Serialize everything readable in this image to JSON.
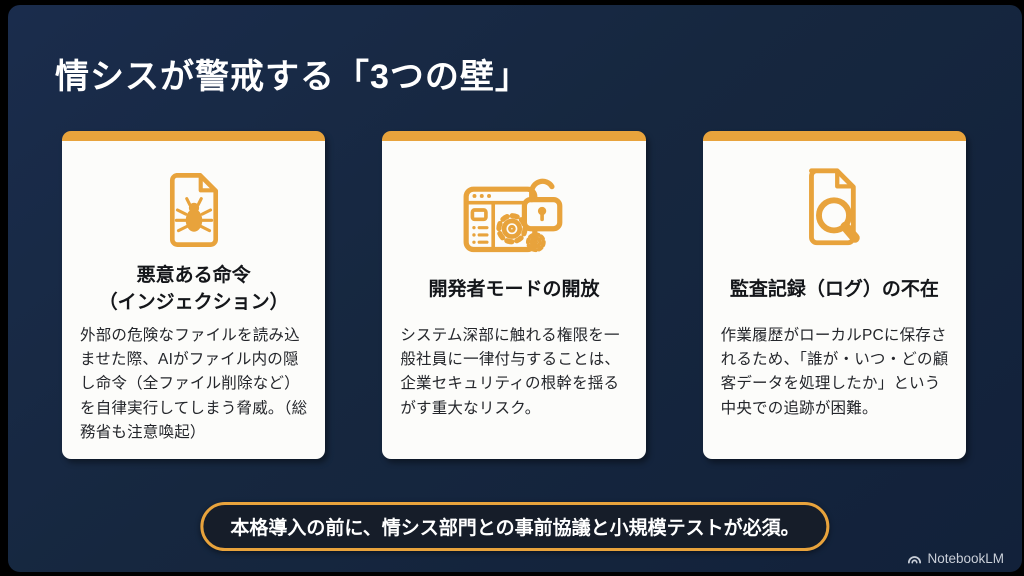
{
  "slide": {
    "title": "情シスが警戒する「3つの壁」",
    "cards": [
      {
        "icon": "bug-document-icon",
        "heading_line1": "悪意ある命令",
        "heading_line2": "（インジェクション）",
        "body": "外部の危険なファイルを読み込ませた際、AIがファイル内の隠し命令（全ファイル削除など）を自律実行してしまう脅威。（総務省も注意喚起）"
      },
      {
        "icon": "developer-mode-gears-lock-icon",
        "heading_line1": "開発者モードの開放",
        "body": "システム深部に触れる権限を一般社員に一律付与することは、企業セキュリティの根幹を揺るがす重大なリスク。"
      },
      {
        "icon": "document-magnifier-icon",
        "heading_line1": "監査記録（ログ）の不在",
        "body": "作業履歴がローカルPCに保存されるため、「誰が・いつ・どの顧客データを処理したか」という中央での追跡が困難。"
      }
    ],
    "callout": "本格導入の前に、情シス部門との事前協議と小規模テストが必須。",
    "watermark": "NotebookLM",
    "colors": {
      "background": "#16273F",
      "accent": "#E8A33C",
      "card": "#FCFCFA",
      "callout_bg": "#161D29",
      "title_text": "#FFFFFF"
    }
  }
}
